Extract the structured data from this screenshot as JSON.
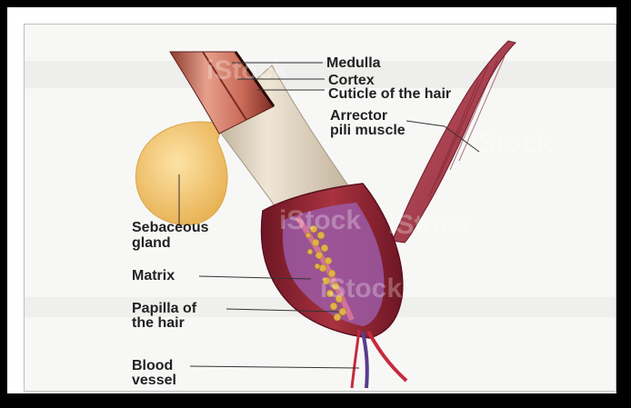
{
  "diagram": {
    "labels": {
      "medulla": "Medulla",
      "cortex": "Cortex",
      "cuticle": "Cuticle of the hair",
      "arrector_1": "Arrector",
      "arrector_2": "pili muscle",
      "sebaceous_1": "Sebaceous",
      "sebaceous_2": "gland",
      "matrix": "Matrix",
      "papilla_1": "Papilla of",
      "papilla_2": "the hair",
      "blood_1": "Blood",
      "blood_2": "vessel"
    },
    "watermark": "iStock",
    "colors": {
      "muscle": "#b0404e",
      "muscle_dark": "#7a1e2c",
      "sebaceous": "#f2c46e",
      "follicle": "#8e1f2f",
      "sheath": "#d9cdb8",
      "hair_shaft": "#d98a78",
      "matrix": "#e0b04a",
      "artery": "#c62a3c",
      "vein": "#5a3b8c"
    }
  }
}
